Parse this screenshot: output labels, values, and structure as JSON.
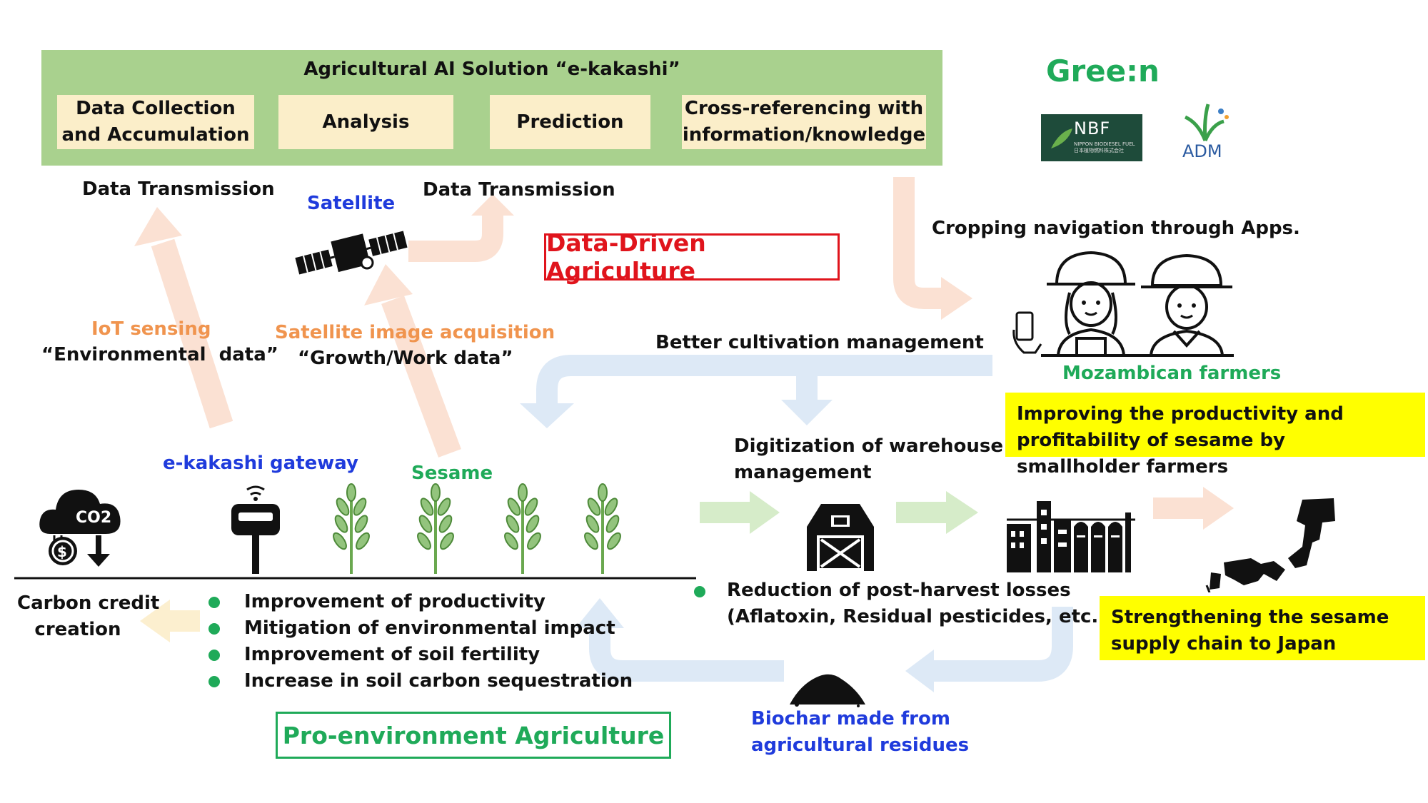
{
  "ai_solution": {
    "title": "Agricultural AI Solution “e-kakashi”",
    "boxes": [
      {
        "line1": "Data Collection",
        "line2": "and Accumulation"
      },
      {
        "line1": "Analysis",
        "line2": ""
      },
      {
        "line1": "Prediction",
        "line2": ""
      },
      {
        "line1": "Cross-referencing with",
        "line2": "information/knowledge"
      }
    ]
  },
  "logos": {
    "greenin": "Gree:n",
    "nbf": "NBF",
    "nbf_sub": "NIPPON BIODIESEL FUEL 日本植物燃料株式会社",
    "adm": "ADM"
  },
  "flow": {
    "data_transmission_left": "Data Transmission",
    "data_transmission_right": "Data Transmission",
    "satellite": "Satellite",
    "data_driven": "Data-Driven Agriculture",
    "cropping_navigation": "Cropping navigation through Apps.",
    "iot_sensing": "IoT sensing",
    "environmental_data": "“Environmental  data”",
    "satellite_acquisition": "Satellite image acquisition",
    "growth_work_data": "“Growth/Work data”",
    "better_cultivation": "Better cultivation management",
    "mozambican_farmers": "Mozambican farmers",
    "improving_productivity": "Improving the productivity and profitability of sesame by smallholder farmers",
    "gateway": "e-kakashi gateway",
    "sesame": "Sesame",
    "warehouse_line1": "Digitization of warehouse",
    "warehouse_line2": "management",
    "co2_label": "CO2",
    "carbon_credit_line1": "Carbon credit",
    "carbon_credit_line2": "creation",
    "benefits": [
      "Improvement of productivity",
      "Mitigation of environmental impact",
      "Improvement of soil fertility",
      "Increase in soil carbon sequestration"
    ],
    "postharvest_line1": "Reduction of post-harvest losses",
    "postharvest_line2": "(Aflatoxin, Residual pesticides, etc.)",
    "supply_chain": "Strengthening the sesame supply chain to Japan",
    "biochar_line1": "Biochar made from",
    "biochar_line2": "agricultural residues",
    "pro_environment": "Pro-environment Agriculture"
  },
  "colors": {
    "ai_panel": "#a9d18e",
    "ai_box": "#fbeec9",
    "orange_text": "#f0944e",
    "blue_text": "#1f3bdc",
    "green_text": "#1faa59",
    "red": "#e0141c",
    "yellow": "#ffff00",
    "arrow_orange": "#fbe1d3",
    "arrow_blue": "#dde9f6",
    "arrow_green": "#d6ecc9",
    "arrow_yellow": "#fcefcf"
  }
}
